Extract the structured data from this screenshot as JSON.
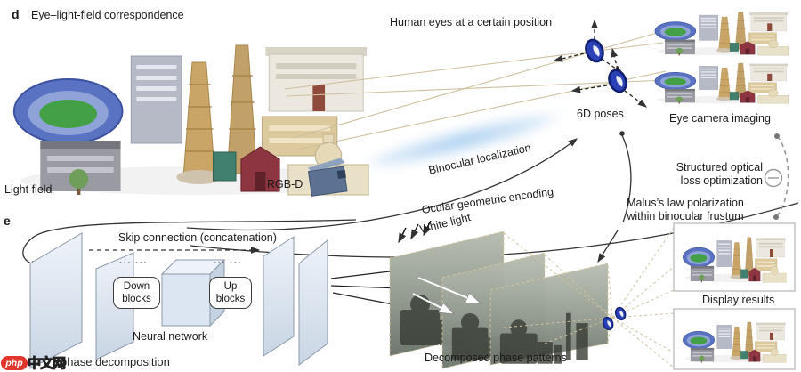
{
  "panel_d": {
    "label": "d",
    "title": "Eye–light-field correspondence",
    "human_eyes": "Human eyes at a certain position",
    "six_d_poses": "6D poses",
    "eye_camera": "Eye camera imaging",
    "light_field": "Light field",
    "rgbd": "RGB-D",
    "binocular": "Binocular localization",
    "ocular": "Ocular geometric encoding",
    "loss_line1": "Structured optical",
    "loss_line2": "loss optimization",
    "malus_line1": "Malus’s law polarization",
    "malus_line2": "within binocular frustum"
  },
  "panel_e": {
    "label": "e",
    "skip_connection": "Skip connection (concatenation)",
    "dots_left": "··· ···",
    "dots_right": "··· ···",
    "down_line1": "Down",
    "down_line2": "blocks",
    "up_line1": "Up",
    "up_line2": "blocks",
    "neural_network": "Neural network",
    "white_light": "White light",
    "decomposed": "Decomposed phase patterns",
    "display_results": "Display results",
    "caption": "phase decomposition"
  },
  "watermark": {
    "logo": "php",
    "text": "中文网"
  },
  "colors": {
    "eye_blue": "#2a41b8",
    "sight_line_tan": "#cfc0a0",
    "light_streak_blue": "#9ec8ee",
    "nn_plane_fill": "#dde6f1",
    "phase_pattern_gray": "#8d968c",
    "watermark_red": "#e2352b",
    "arrow_dark": "#333333"
  }
}
